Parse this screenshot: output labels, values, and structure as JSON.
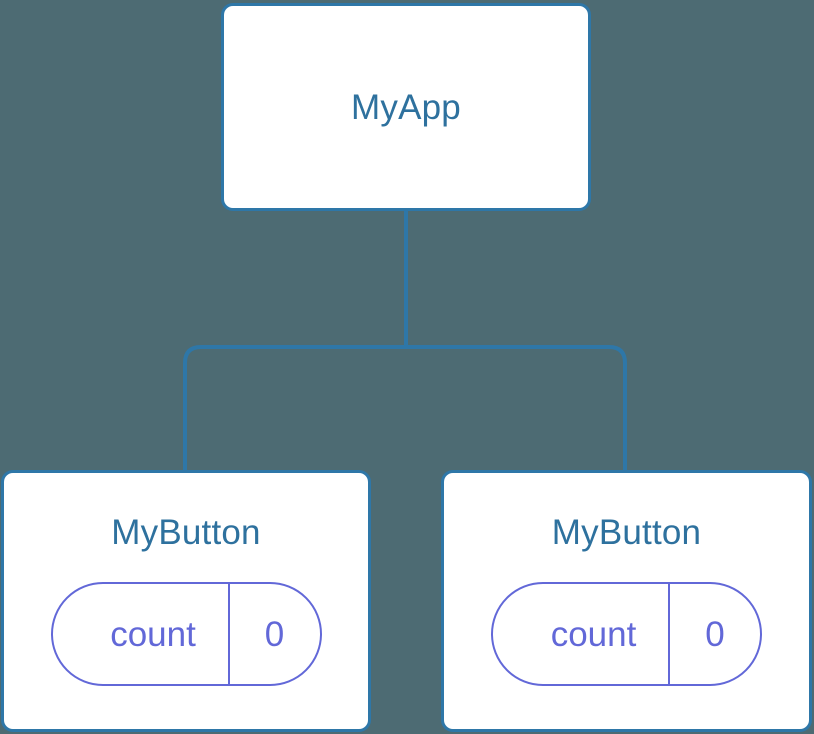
{
  "diagram": {
    "type": "component-tree",
    "background_color": "#4d6b73",
    "node_border_color": "#2e77a8",
    "node_title_color": "#2e719e",
    "node_fill_color": "#ffffff",
    "edge_color": "#2e77a8",
    "pill_color": "#6268d8"
  },
  "root": {
    "title": "MyApp"
  },
  "children": [
    {
      "title": "MyButton",
      "state": {
        "key": "count",
        "value": "0"
      }
    },
    {
      "title": "MyButton",
      "state": {
        "key": "count",
        "value": "0"
      }
    }
  ]
}
